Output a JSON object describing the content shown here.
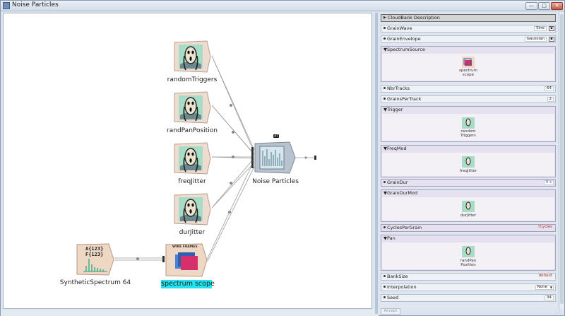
{
  "window": {
    "title": "Noise Particles",
    "minimize_glyph": "—",
    "maximize_glyph": "□",
    "close_glyph": "✕"
  },
  "canvas": {
    "nodes": [
      {
        "label": "randomTriggers",
        "icon": "scream-icon"
      },
      {
        "label": "randPanPosition",
        "icon": "scream-icon"
      },
      {
        "label": "freqJitter",
        "icon": "scream-icon"
      },
      {
        "label": "durJitter",
        "icon": "scream-icon"
      },
      {
        "label": "Noise Particles",
        "icon": "sound-spectrum-icon",
        "badge": "#7"
      },
      {
        "label": "SyntheticSpectrum 64",
        "icon": "spectrum-display-icon",
        "display_lines": [
          "A{123}",
          "F{123}"
        ]
      },
      {
        "label": "spectrum scope",
        "icon": "wire-frames-icon",
        "banner": "WIRE FRAMES",
        "highlight": "#22e4f0"
      }
    ]
  },
  "panel": {
    "rows": [
      {
        "label": "CloudBank Description",
        "style": "dark",
        "marker": "▶"
      },
      {
        "label": "GrainWave",
        "value": "Sine",
        "has_disk": true
      },
      {
        "label": "GrainEnvelope",
        "value": "Gaussian",
        "has_disk": true
      },
      {
        "label": "SpectrumSource",
        "boxed": true,
        "content_label": "spectrum\nscope"
      },
      {
        "label": "NbrTracks",
        "value": "64"
      },
      {
        "label": "GrainsPerTrack",
        "value": "2"
      },
      {
        "label": "Trigger",
        "boxed": true,
        "content_label": "random\nTriggers"
      },
      {
        "label": "FreqMod",
        "boxed": true,
        "content_label": "freqJitter"
      },
      {
        "label": "GrainDur",
        "value": "0 s",
        "value_color": "#1a5fb4"
      },
      {
        "label": "GrainDurMod",
        "boxed": true,
        "content_label": "durJitter"
      },
      {
        "label": "CyclesPerGrain",
        "value": "!Cycles",
        "value_color": "#b42a1a"
      },
      {
        "label": "Pan",
        "boxed": true,
        "content_label": "randPan\nPosition"
      },
      {
        "label": "BankSize",
        "value": "default",
        "value_color": "#b42a1a"
      },
      {
        "label": "Interpolation",
        "value": "None",
        "dropdown": true
      },
      {
        "label": "Seed",
        "value": "34"
      }
    ],
    "accept_label": "Accept",
    "gripper": "⋰"
  }
}
